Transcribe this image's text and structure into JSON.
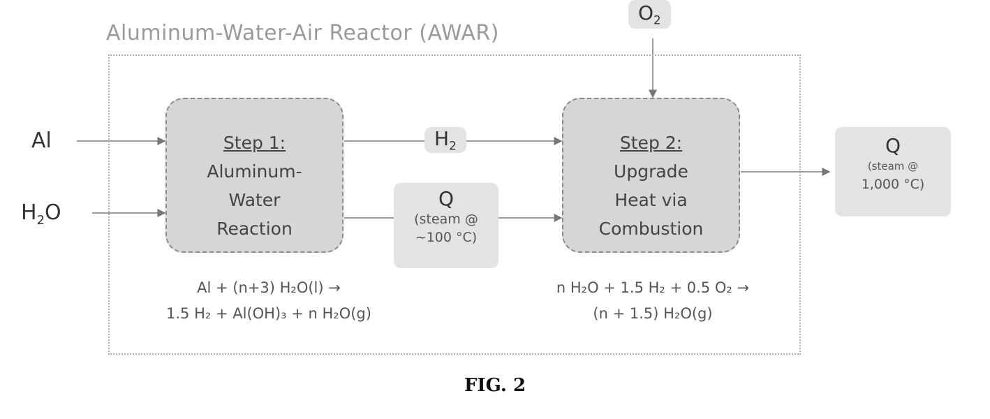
{
  "title": "Aluminum-Water-Air Reactor (AWAR)",
  "inputs": {
    "al": "Al",
    "water_main": "H",
    "water_sub": "2",
    "water_tail": "O",
    "oxygen_main": "O",
    "oxygen_sub": "2"
  },
  "step1": {
    "heading": "Step 1:",
    "lines": [
      "Aluminum-",
      "Water",
      "Reaction"
    ]
  },
  "step2": {
    "heading": "Step 2:",
    "lines": [
      "Upgrade",
      "Heat via",
      "Combustion"
    ]
  },
  "intermediate": {
    "h2_main": "H",
    "h2_sub": "2",
    "q_label": "Q",
    "q_detail_1": "(steam @",
    "q_detail_2": "~100 °C)"
  },
  "output": {
    "q_label": "Q",
    "q_detail_1": "(steam @",
    "q_detail_2": "1,000 °C)"
  },
  "equations": {
    "eq1_line1": "Al + (n+3) H₂O(l) →",
    "eq1_line2": "1.5 H₂ + Al(OH)₃ + n H₂O(g)",
    "eq2_line1": "n H₂O + 1.5 H₂ + 0.5 O₂ →",
    "eq2_line2": "(n + 1.5) H₂O(g)"
  },
  "figure_caption": "FIG. 2"
}
